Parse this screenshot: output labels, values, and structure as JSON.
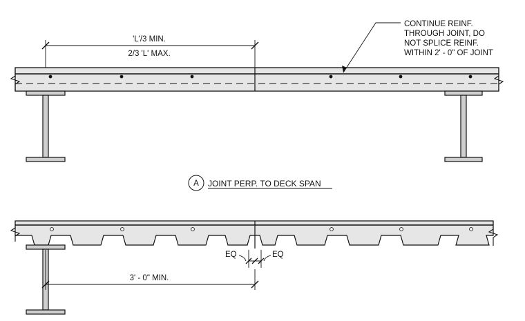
{
  "detail_a": {
    "dim_min": "'L'/3 MIN.",
    "dim_max": "2/3 'L' MAX.",
    "note_lines": [
      "CONTINUE REINF.",
      "THROUGH JOINT, DO",
      "NOT SPLICE REINF.",
      "WITHIN 2' - 0\" OF JOINT"
    ],
    "marker": "A",
    "title": "JOINT PERP. TO DECK SPAN"
  },
  "detail_b": {
    "eq_left": "EQ",
    "eq_right": "EQ",
    "dim_min": "3' - 0\" MIN."
  },
  "colors": {
    "line": "#111111",
    "concrete_fill": "#e6e6e6",
    "steel_fill": "#cfcfcf"
  }
}
